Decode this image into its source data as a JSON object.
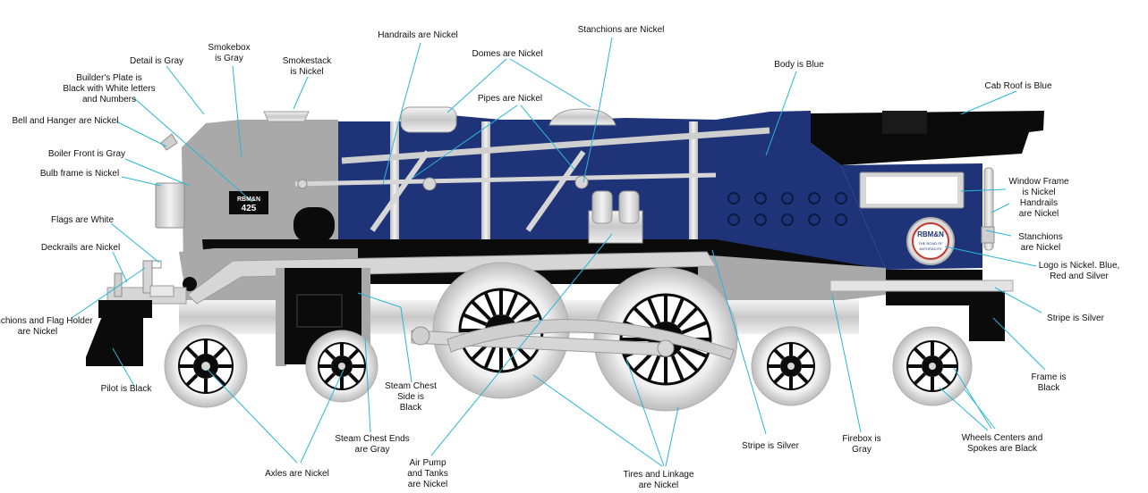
{
  "colors": {
    "body_blue": "#1f3378",
    "gray": "#a9a9a9",
    "nickel": "#d6d6d6",
    "black": "#0b0b0b",
    "leader_line": "#29b6d8"
  },
  "plate": {
    "line1": "RBM&N",
    "line2": "425"
  },
  "logo": {
    "line1": "RBM&N",
    "line2": "THE ROAD OF",
    "line3": "ANTHRACITE"
  },
  "callouts": [
    {
      "id": "handrails",
      "lines": [
        "Handrails are Nickel"
      ]
    },
    {
      "id": "stanchions-top",
      "lines": [
        "Stanchions are Nickel"
      ]
    },
    {
      "id": "domes",
      "lines": [
        "Domes are Nickel"
      ]
    },
    {
      "id": "detail",
      "lines": [
        "Detail is Gray"
      ]
    },
    {
      "id": "smokebox",
      "lines": [
        "Smokebox",
        "is Gray"
      ]
    },
    {
      "id": "smokestack",
      "lines": [
        "Smokestack",
        "is Nickel"
      ]
    },
    {
      "id": "body",
      "lines": [
        "Body is Blue"
      ]
    },
    {
      "id": "builders-plate",
      "lines": [
        "Builder's Plate is",
        "Black with White letters",
        "and Numbers"
      ]
    },
    {
      "id": "cab-roof",
      "lines": [
        "Cab Roof is Blue"
      ]
    },
    {
      "id": "pipes",
      "lines": [
        "Pipes are Nickel"
      ]
    },
    {
      "id": "bell",
      "lines": [
        "Bell and Hanger are Nickel"
      ]
    },
    {
      "id": "boiler-front",
      "lines": [
        "Boiler Front is Gray"
      ]
    },
    {
      "id": "bulb-frame",
      "lines": [
        "Bulb frame is Nickel"
      ]
    },
    {
      "id": "window-frame",
      "lines": [
        "Window Frame",
        "is Nickel",
        "Handrails",
        "are Nickel"
      ]
    },
    {
      "id": "flags",
      "lines": [
        "Flags are White"
      ]
    },
    {
      "id": "stanchions-right",
      "lines": [
        "Stanchions",
        "are Nickel"
      ]
    },
    {
      "id": "deckrails",
      "lines": [
        "Deckrails are Nickel"
      ]
    },
    {
      "id": "logo",
      "lines": [
        "Logo is Nickel. Blue,",
        "Red and Silver"
      ]
    },
    {
      "id": "stanchions-flag-holder",
      "lines": [
        "Stanchions and Flag Holder",
        "are Nickel"
      ]
    },
    {
      "id": "stripe-right",
      "lines": [
        "Stripe is Silver"
      ]
    },
    {
      "id": "pilot",
      "lines": [
        "Pilot is Black"
      ]
    },
    {
      "id": "frame",
      "lines": [
        "Frame is",
        "Black"
      ]
    },
    {
      "id": "steam-chest-side",
      "lines": [
        "Steam Chest",
        "Side is",
        "Black"
      ]
    },
    {
      "id": "steam-chest-ends",
      "lines": [
        "Steam Chest Ends",
        "are Gray"
      ]
    },
    {
      "id": "firebox",
      "lines": [
        "Firebox is",
        "Gray"
      ]
    },
    {
      "id": "wheel-centers",
      "lines": [
        "Wheels Centers and",
        "Spokes are Black"
      ]
    },
    {
      "id": "stripe-bottom",
      "lines": [
        "Stripe is Silver"
      ]
    },
    {
      "id": "air-pump",
      "lines": [
        "Air Pump",
        "and Tanks",
        "are Nickel"
      ]
    },
    {
      "id": "axles",
      "lines": [
        "Axles are Nickel"
      ]
    },
    {
      "id": "tires",
      "lines": [
        "Tires and Linkage",
        "are Nickel"
      ]
    }
  ]
}
